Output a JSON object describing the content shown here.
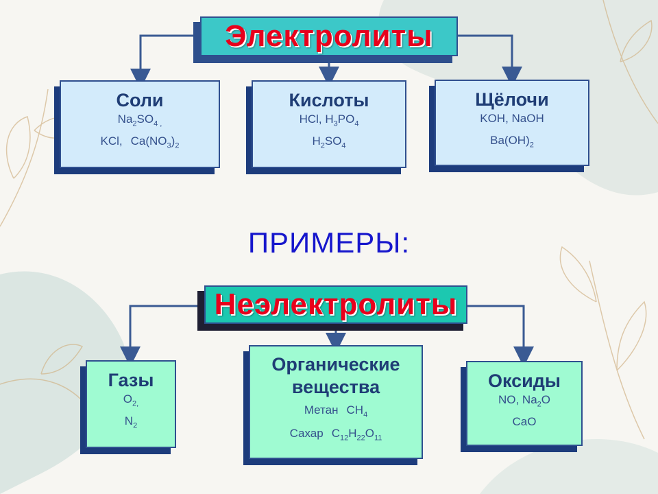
{
  "diagram": {
    "electrolytes": {
      "title": "Электролиты",
      "categories": [
        {
          "name": "Соли",
          "lines": [
            [
              {
                "t": "Na"
              },
              {
                "s": "2"
              },
              {
                "t": "SO"
              },
              {
                "s": "4 ,"
              }
            ],
            [
              {
                "t": "KCl,"
              },
              {
                "g": 1
              },
              {
                "t": "Ca(NO"
              },
              {
                "s": "3"
              },
              {
                "t": ")"
              },
              {
                "s": "2"
              }
            ]
          ]
        },
        {
          "name": "Кислоты",
          "lines": [
            [
              {
                "t": "HCl,  H"
              },
              {
                "s": "3"
              },
              {
                "t": "PO"
              },
              {
                "s": "4"
              }
            ],
            [
              {
                "t": "H"
              },
              {
                "s": "2"
              },
              {
                "t": "SO"
              },
              {
                "s": "4"
              }
            ]
          ]
        },
        {
          "name": "Щёлочи",
          "lines": [
            [
              {
                "t": "KOH,  NaOH"
              }
            ],
            [
              {
                "t": "Ba(OH)"
              },
              {
                "s": "2"
              }
            ]
          ]
        }
      ]
    },
    "examples_label": "ПРИМЕРЫ:",
    "nonelectrolytes": {
      "title": "Неэлектролиты",
      "categories": [
        {
          "name": "Газы",
          "lines": [
            [
              {
                "t": "O"
              },
              {
                "s": "2,"
              }
            ],
            [
              {
                "t": "N"
              },
              {
                "s": "2"
              }
            ]
          ]
        },
        {
          "name": "Органические вещества",
          "lines": [
            [
              {
                "t": "Метан"
              },
              {
                "g": 1
              },
              {
                "t": "CH"
              },
              {
                "s": "4"
              }
            ],
            [
              {
                "t": "Сахар"
              },
              {
                "g": 1
              },
              {
                "t": "C"
              },
              {
                "s": "12"
              },
              {
                "t": "H"
              },
              {
                "s": "22"
              },
              {
                "t": "O"
              },
              {
                "s": "11"
              }
            ]
          ]
        },
        {
          "name": "Оксиды",
          "lines": [
            [
              {
                "t": "NO,  Na"
              },
              {
                "s": "2"
              },
              {
                "t": "O"
              }
            ],
            [
              {
                "t": "CaO"
              }
            ]
          ]
        }
      ]
    },
    "colors": {
      "header_fill": "#3cc8c8",
      "header_text": "#e8001c",
      "electrolyte_box": "#d3ebfb",
      "nonelectrolyte_box": "#9ffbd2",
      "connector": "#3a5a93",
      "examples_text": "#1616cc"
    }
  }
}
